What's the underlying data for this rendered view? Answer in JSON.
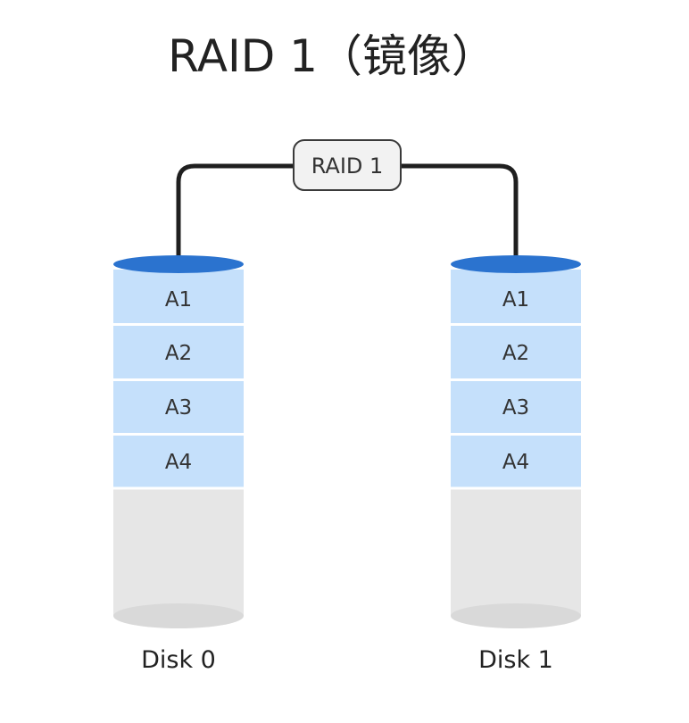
{
  "title": "RAID 1（镜像）",
  "controller": {
    "label": "RAID 1"
  },
  "disks": [
    {
      "label": "Disk 0",
      "blocks": [
        "A1",
        "A2",
        "A3",
        "A4"
      ]
    },
    {
      "label": "Disk 1",
      "blocks": [
        "A1",
        "A2",
        "A3",
        "A4"
      ]
    }
  ],
  "colors": {
    "block_fill": "#c5e0fb",
    "cap_fill": "#2b73cf",
    "empty_fill": "#e6e6e6",
    "connector": "#1f1f1f",
    "box_fill": "#f2f2f2"
  }
}
